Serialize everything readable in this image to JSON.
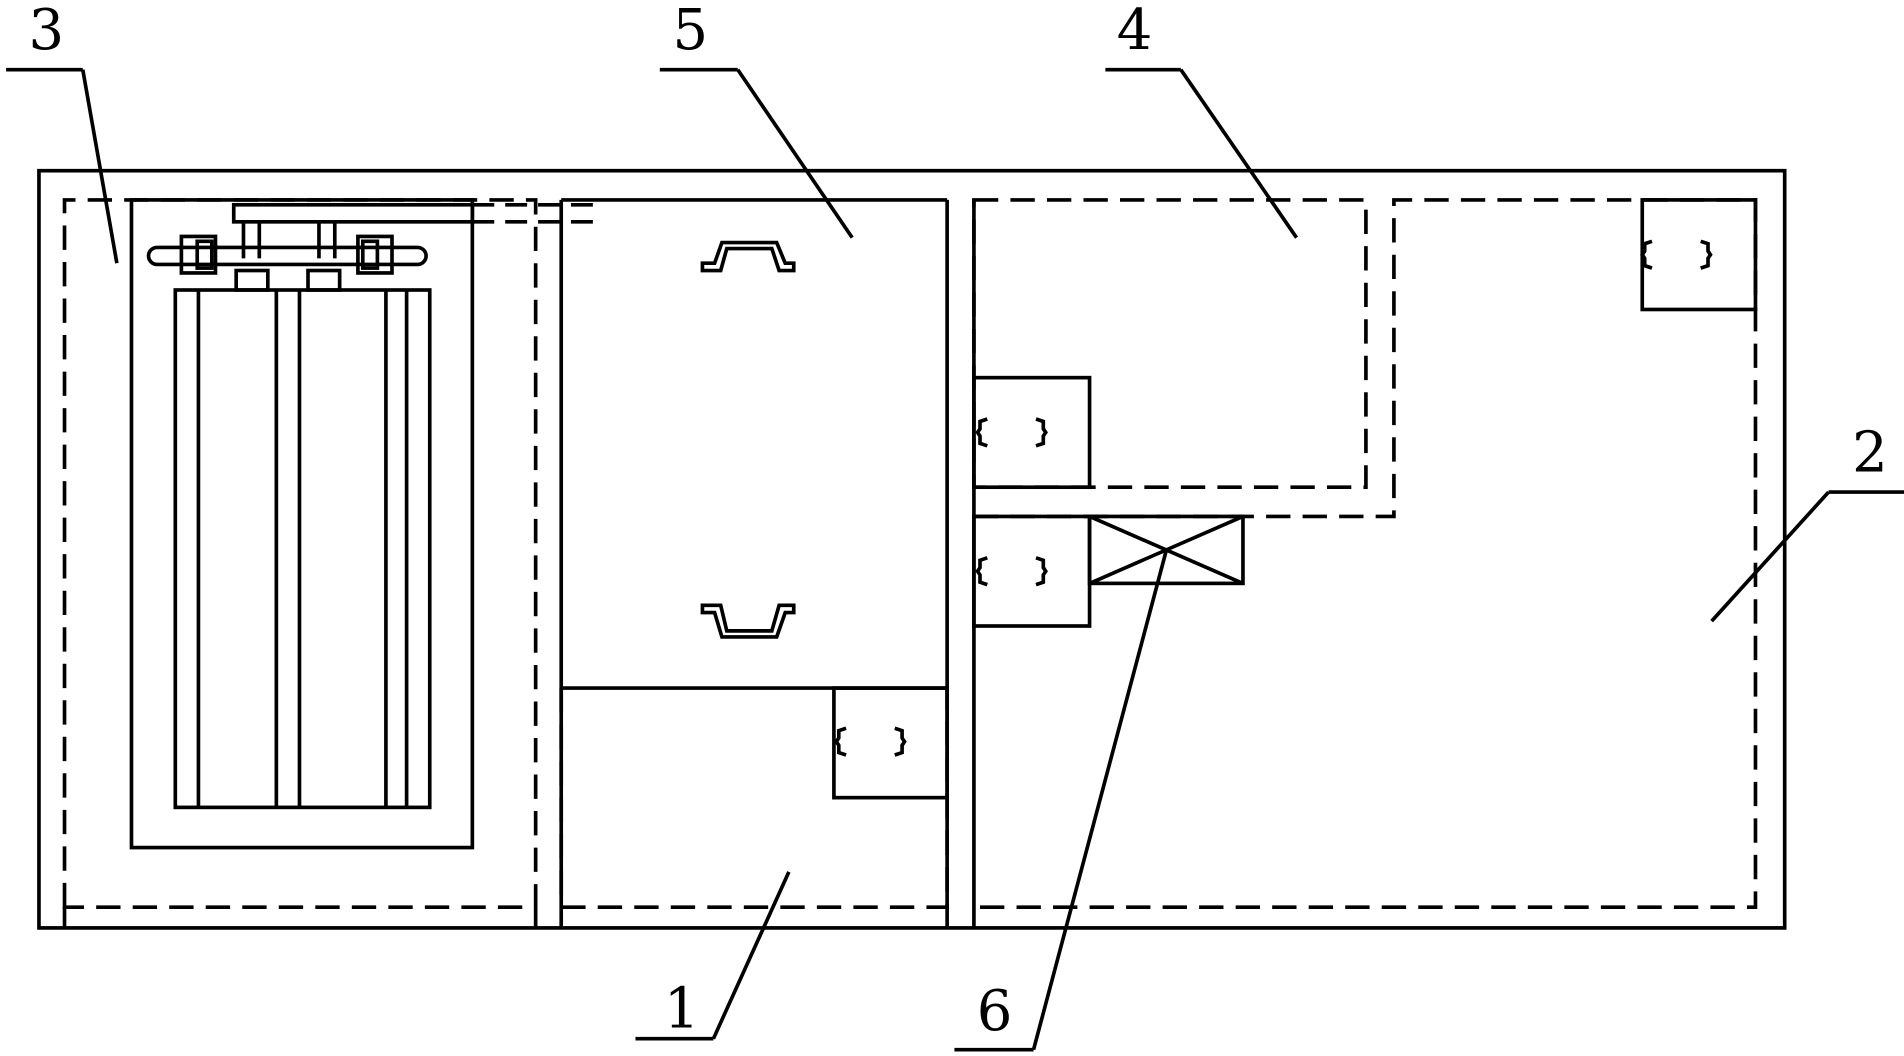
{
  "callouts": {
    "item_1": "1",
    "item_2": "2",
    "item_3": "3",
    "item_4": "4",
    "item_5": "5",
    "item_6": "6"
  },
  "colors": {
    "line": "#000000",
    "background": "#ffffff"
  }
}
